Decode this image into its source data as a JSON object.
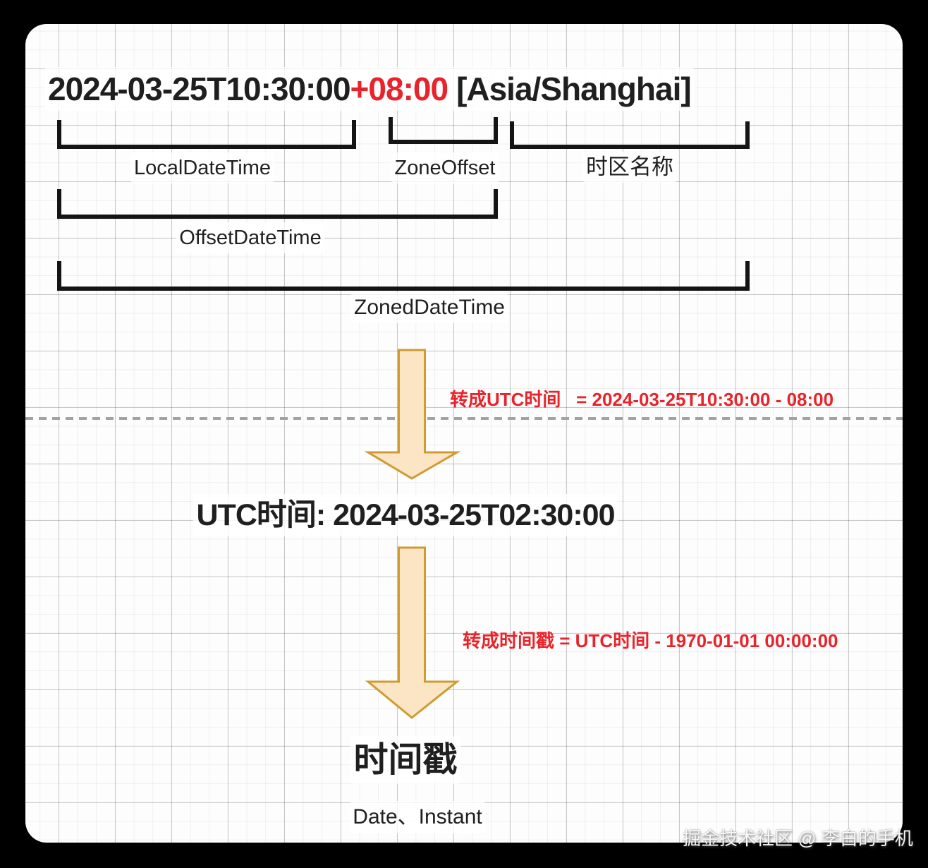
{
  "header": {
    "date_part": "2024-03-25T10:30:00",
    "offset_part": "+08:00",
    "zone_part": "[Asia/Shanghai]"
  },
  "brackets": {
    "local_label": "LocalDateTime",
    "zone_offset_label": "ZoneOffset",
    "zone_name_label": "时区名称",
    "offset_datetime_label": "OffsetDateTime",
    "zoned_datetime_label": "ZonedDateTime"
  },
  "conversion_utc": {
    "label": "转成UTC时间",
    "formula": "= 2024-03-25T10:30:00 - 08:00"
  },
  "utc_line": "UTC时间: 2024-03-25T02:30:00",
  "conversion_timestamp": {
    "label": "转成时间戳",
    "formula": "= UTC时间 - 1970-01-01 00:00:00"
  },
  "timestamp": {
    "title": "时间戳",
    "subtitle": "Date、Instant"
  },
  "watermark": "掘金技术社区 @ 李白的手机",
  "colors": {
    "accent_red": "#e9232b",
    "ink": "#1f1f1f",
    "arrow_fill": "#fce5c4",
    "arrow_stroke": "#cf9b33",
    "page_background": "#000000",
    "card_background": "#fdfdfd"
  }
}
